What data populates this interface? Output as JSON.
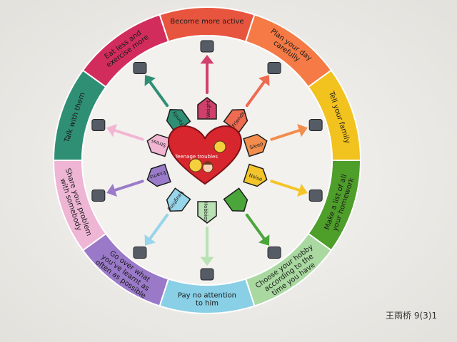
{
  "wheel": {
    "segments": [
      {
        "id": "active",
        "label": "Become more active",
        "color": "#e8553f"
      },
      {
        "id": "plan",
        "label": "Plan your day carefully",
        "color": "#f57a45"
      },
      {
        "id": "tell",
        "label": "Tell your family",
        "color": "#f2c21f"
      },
      {
        "id": "list",
        "label": "Make a list of all your homework",
        "color": "#4e9e2a"
      },
      {
        "id": "hobby",
        "label": "Choose your hobby according to the time you have",
        "color": "#a9d9a0"
      },
      {
        "id": "attention",
        "label": "Pay no attention to him",
        "color": "#89cfe6"
      },
      {
        "id": "goover",
        "label": "Go over what you've learnt as often as possible",
        "color": "#9a79c8"
      },
      {
        "id": "share",
        "label": "Share your problem with somebody",
        "color": "#eeb5d5"
      },
      {
        "id": "talk",
        "label": "Talk with them",
        "color": "#2f8f74"
      },
      {
        "id": "eat",
        "label": "Eat less and exercise more",
        "color": "#d22c5d"
      }
    ]
  },
  "center": {
    "heart_label": "Teenage troubles",
    "heart_color": "#d7262e"
  },
  "tags": [
    {
      "id": "weight",
      "label": "Weight",
      "color": "#d0406b"
    },
    {
      "id": "friends",
      "label": "Friends",
      "color": "#ee6a50"
    },
    {
      "id": "sleep",
      "label": "Sleep",
      "color": "#f28d4d"
    },
    {
      "id": "noise",
      "label": "Noise",
      "color": "#f3c52a"
    },
    {
      "id": "homework",
      "label": "",
      "color": "#4aa63a"
    },
    {
      "id": "hobbies",
      "label": "Hobbies",
      "color": "#b9e1b3"
    },
    {
      "id": "laughing",
      "label": "Laughing",
      "color": "#97d5ea"
    },
    {
      "id": "exams",
      "label": "Exams",
      "color": "#9a7bc9"
    },
    {
      "id": "stress",
      "label": "Stress",
      "color": "#f2b6d3"
    },
    {
      "id": "family",
      "label": "Family",
      "color": "#2f8f74"
    }
  ],
  "signature": "王雨桥 9(3)1"
}
